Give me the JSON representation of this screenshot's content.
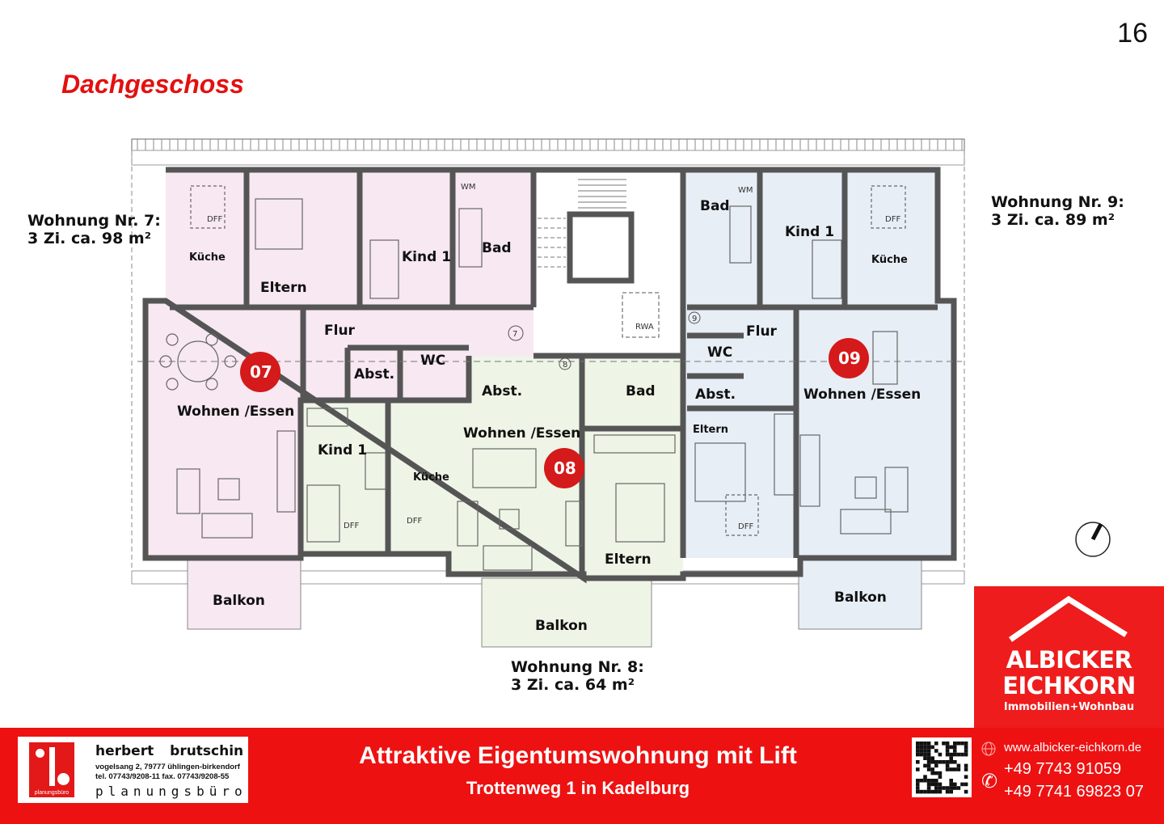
{
  "page_number": "16",
  "title": "Dachgeschoss",
  "units": [
    {
      "name": "Wohnung Nr. 7:",
      "size": "3 Zi. ca. 98 m²",
      "badge": "07",
      "color": "#f7e8f1"
    },
    {
      "name": "Wohnung Nr. 8:",
      "size": "3 Zi. ca. 64 m²",
      "badge": "08",
      "color": "#eef5e6"
    },
    {
      "name": "Wohnung Nr. 9:",
      "size": "3 Zi. ca. 89 m²",
      "badge": "09",
      "color": "#e8eef6"
    }
  ],
  "rooms": {
    "kueche": "Küche",
    "eltern": "Eltern",
    "kind1": "Kind 1",
    "bad": "Bad",
    "flur": "Flur",
    "abst": "Abst.",
    "wc": "WC",
    "wohnen": "Wohnen /Essen",
    "balkon": "Balkon",
    "dff": "DFF",
    "wm": "WM",
    "rwa": "RWA",
    "door7": "7",
    "door8": "8",
    "door9": "9"
  },
  "brand": {
    "line1": "ALBICKER",
    "line2": "EICHKORN",
    "tagline": "Immobilien+Wohnbau",
    "color": "#ee1c1c"
  },
  "footer": {
    "headline": "Attraktive Eigentumswohnung mit Lift",
    "subline": "Trottenweg 1 in Kadelburg",
    "planer": {
      "name": "herbert brutschin",
      "address": "vogelsang 2, 79777 ühlingen-birkendorf",
      "phone_fax": "tel. 07743/9208-11  fax. 07743/9208-55",
      "office": "planungsbüro",
      "logo_text": "planungsbüro"
    },
    "website": "www.albicker-eichkorn.de",
    "phone1": "+49 7743 91059",
    "phone2": "+49 7741 69823 07",
    "icons": [
      "globe-icon",
      "phone-icon",
      "qr-code"
    ]
  }
}
